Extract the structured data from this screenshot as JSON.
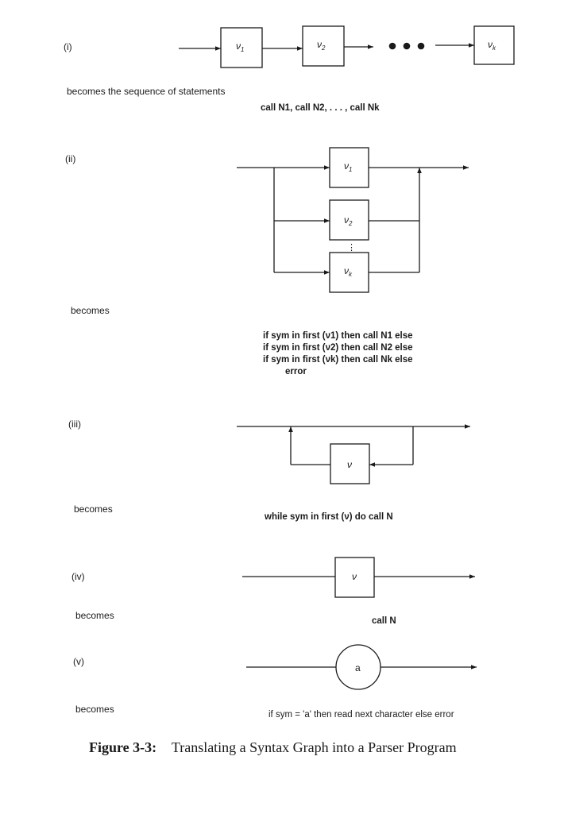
{
  "labels": {
    "i": "(i)",
    "ii": "(ii)",
    "iii": "(iii)",
    "iv": "(iv)",
    "v": "(v)"
  },
  "text": {
    "becomes_sequence": "becomes the sequence of statements",
    "seq_statement": "call N1, call N2, . . . , call Nk",
    "becomes": "becomes",
    "cond_line1": "if sym in first (ν1) then call N1 else",
    "cond_line2": "if sym in first (ν2) then call N2 else",
    "cond_line3": "if sym in first (νk) then call Nk else",
    "cond_line4": "error",
    "while_statement": "while sym in first (ν) do call N",
    "call_statement": "call N",
    "read_statement": "if sym = 'a' then read next character else error"
  },
  "nodes": {
    "v1": "ν",
    "v1_sub": "1",
    "v2": "ν",
    "v2_sub": "2",
    "vk": "ν",
    "vk_sub": "k",
    "v": "ν",
    "a": "a",
    "ellipsis_vertical": "⋮"
  },
  "caption": {
    "figure": "Figure 3-3:",
    "title": "Translating a Syntax Graph into a Parser Program"
  }
}
